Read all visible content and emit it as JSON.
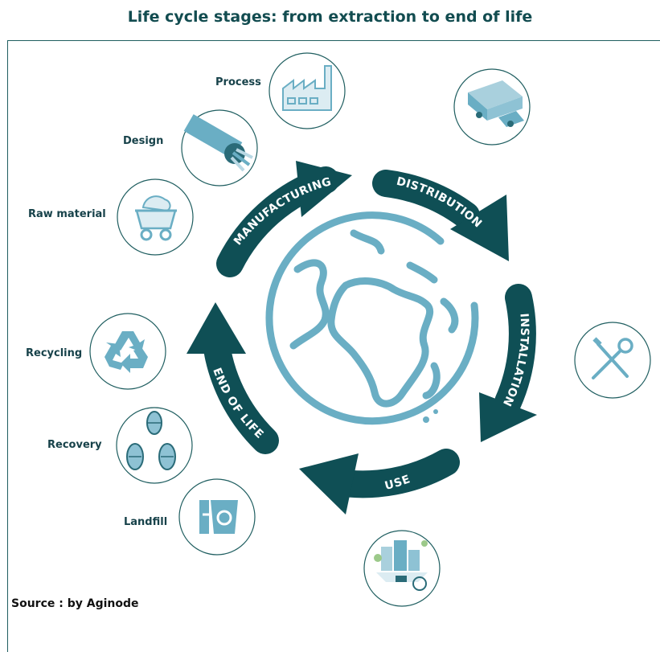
{
  "title": "Life cycle stages: from extraction to end of life",
  "stages": [
    "MANUFACTURING",
    "DISTRIBUTION",
    "INSTALLATION",
    "USE",
    "END OF LIFE"
  ],
  "sub_stages": {
    "process": "Process",
    "design": "Design",
    "raw_material": "Raw material",
    "recycling": "Recycling",
    "recovery": "Recovery",
    "landfill": "Landfill"
  },
  "source": "Source : by Aginode",
  "colors": {
    "dark_teal": "#0f4f55",
    "light_blue": "#6aaec4",
    "title": "#124c50"
  },
  "icons": [
    "factory-icon",
    "cable-icon",
    "mine-cart-icon",
    "truck-icon",
    "tools-icon",
    "buildings-icon",
    "recycle-icon",
    "cable-reels-icon",
    "landfill-bin-icon",
    "globe-icon"
  ]
}
